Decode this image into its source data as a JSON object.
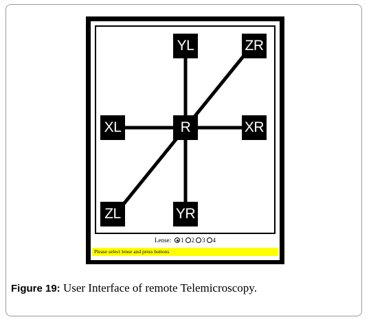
{
  "pad": {
    "buttons": {
      "yl": "YL",
      "zr": "ZR",
      "xl": "XL",
      "r": "R",
      "xr": "XR",
      "zl": "ZL",
      "yr": "YR"
    }
  },
  "lense": {
    "label": "Lense:",
    "options": [
      "1",
      "2",
      "3",
      "4"
    ],
    "selected": "1"
  },
  "status_text": "Please select lense and press buttons",
  "caption": {
    "label": "Figure 19:",
    "text": "User Interface of remote Telemicroscopy."
  }
}
